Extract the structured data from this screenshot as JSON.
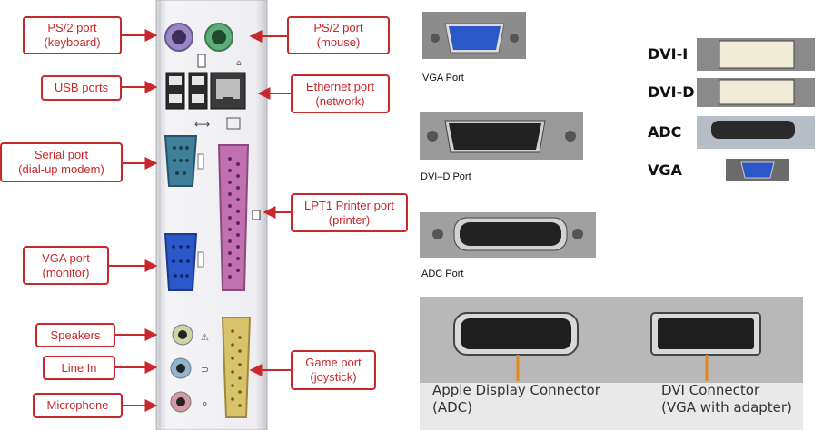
{
  "callouts": {
    "ps2_keyboard": [
      "PS/2 port",
      "(keyboard)"
    ],
    "usb": [
      "USB ports"
    ],
    "serial": [
      "Serial port",
      "(dial-up modem)"
    ],
    "vga_monitor": [
      "VGA port",
      "(monitor)"
    ],
    "speakers": [
      "Speakers"
    ],
    "line_in": [
      "Line In"
    ],
    "microphone": [
      "Microphone"
    ],
    "ps2_mouse": [
      "PS/2 port",
      "(mouse)"
    ],
    "ethernet": [
      "Ethernet port",
      "(network)"
    ],
    "lpt1": [
      "LPT1 Printer port",
      "(printer)"
    ],
    "game_port": [
      "Game port",
      "(joystick)"
    ]
  },
  "captions": {
    "vga": "VGA Port",
    "dvid": "DVI–D Port",
    "adc": "ADC Port"
  },
  "connector_labels": {
    "dvi_i": "DVI-I",
    "dvi_d": "DVI-D",
    "adc": "ADC",
    "vga": "VGA"
  },
  "bottom_photo": {
    "left_line1": "Apple Display Connector",
    "left_line2": "(ADC)",
    "right_line1": "DVI Connector",
    "right_line2": "(VGA with adapter)"
  },
  "colors": {
    "callout_red": "#c8272b",
    "ps2_keyboard": "#9b86c6",
    "ps2_mouse": "#5fae7a",
    "serial_teal": "#3f7f99",
    "vga_blue": "#2c57c8",
    "parallel_pink": "#c06fb0",
    "game_yellow": "#d9c36a",
    "panel_gray": "#e9e9ee"
  }
}
